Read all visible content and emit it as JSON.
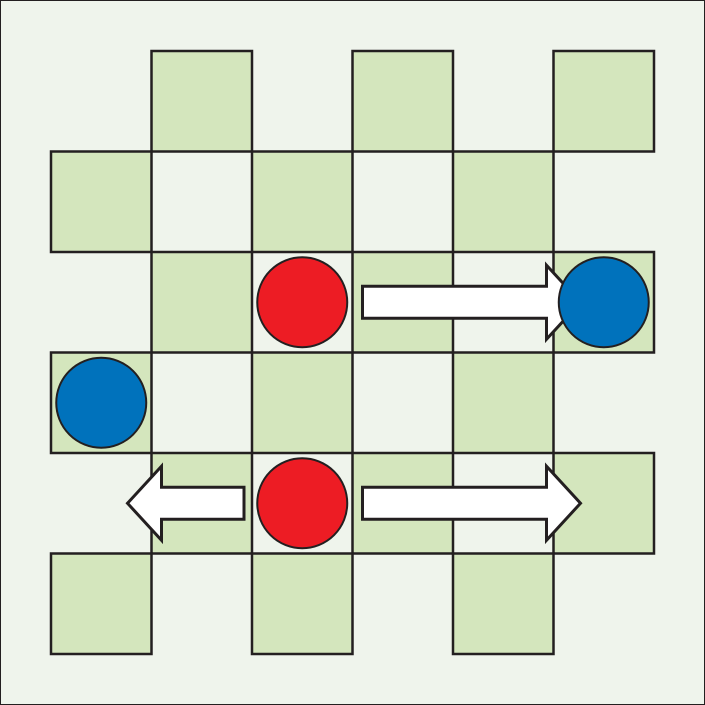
{
  "board": {
    "rows": 6,
    "columns": 6,
    "colors": {
      "background": "#eff4ec",
      "outer_border": "#231f20",
      "light_square": "#eff4ec",
      "dark_square": "#d4e6bd",
      "grid_line": "#231f20"
    },
    "dark_squares": [
      [
        0,
        1
      ],
      [
        0,
        3
      ],
      [
        0,
        5
      ],
      [
        1,
        0
      ],
      [
        1,
        2
      ],
      [
        1,
        4
      ],
      [
        2,
        1
      ],
      [
        2,
        3
      ],
      [
        2,
        5
      ],
      [
        3,
        0
      ],
      [
        3,
        2
      ],
      [
        3,
        4
      ],
      [
        4,
        1
      ],
      [
        4,
        3
      ],
      [
        4,
        5
      ],
      [
        5,
        0
      ],
      [
        5,
        2
      ],
      [
        5,
        4
      ]
    ]
  },
  "pieces": [
    {
      "id": "red-piece-1",
      "color": "#ed1c24",
      "row": 2,
      "col": 2
    },
    {
      "id": "blue-piece-1",
      "color": "#0072bc",
      "row": 2,
      "col": 5
    },
    {
      "id": "blue-piece-2",
      "color": "#0072bc",
      "row": 3,
      "col": 0
    },
    {
      "id": "red-piece-2",
      "color": "#ed1c24",
      "row": 4,
      "col": 2
    }
  ],
  "arrows": [
    {
      "id": "move-arrow-right-top",
      "direction": "right",
      "row": 2,
      "from_col": 3,
      "to_col": 5
    },
    {
      "id": "move-arrow-right-bottom",
      "direction": "right",
      "row": 4,
      "from_col": 3,
      "to_col": 5
    },
    {
      "id": "move-arrow-left-bottom",
      "direction": "left",
      "row": 4,
      "from_col": 1,
      "to_col": 0
    }
  ],
  "arrow_style": {
    "fill": "#ffffff",
    "stroke": "#231f20"
  },
  "piece_style": {
    "stroke": "#231f20"
  }
}
